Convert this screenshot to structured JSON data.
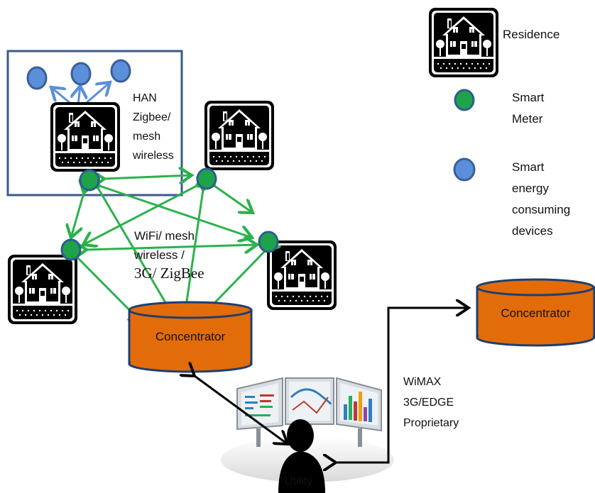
{
  "legend": {
    "residence": "Residence",
    "smart_meter": [
      "Smart",
      "Meter"
    ],
    "smart_devices": [
      "Smart",
      "energy",
      "consuming",
      "devices"
    ]
  },
  "han": [
    "HAN",
    "Zigbee/",
    "mesh",
    "wireless"
  ],
  "wan": [
    "WiFi/ mesh",
    "wireless /",
    "3G/ ZigBee"
  ],
  "backhaul": [
    "WiMAX",
    "3G/EDGE",
    "Proprietary"
  ],
  "concentrator_left": "Concentrator",
  "concentrator_right": "Concentrator",
  "utility": "Utility",
  "colors": {
    "meter": "#1fa34a",
    "device": "#5b8fd9",
    "concentrator": "#e36c0a",
    "arrow": "#2ab24b",
    "han_box": "#3a5a8c"
  },
  "icons": [
    "house-icon",
    "smart-meter-icon",
    "device-icon",
    "concentrator-icon",
    "operator-workstation-icon"
  ]
}
